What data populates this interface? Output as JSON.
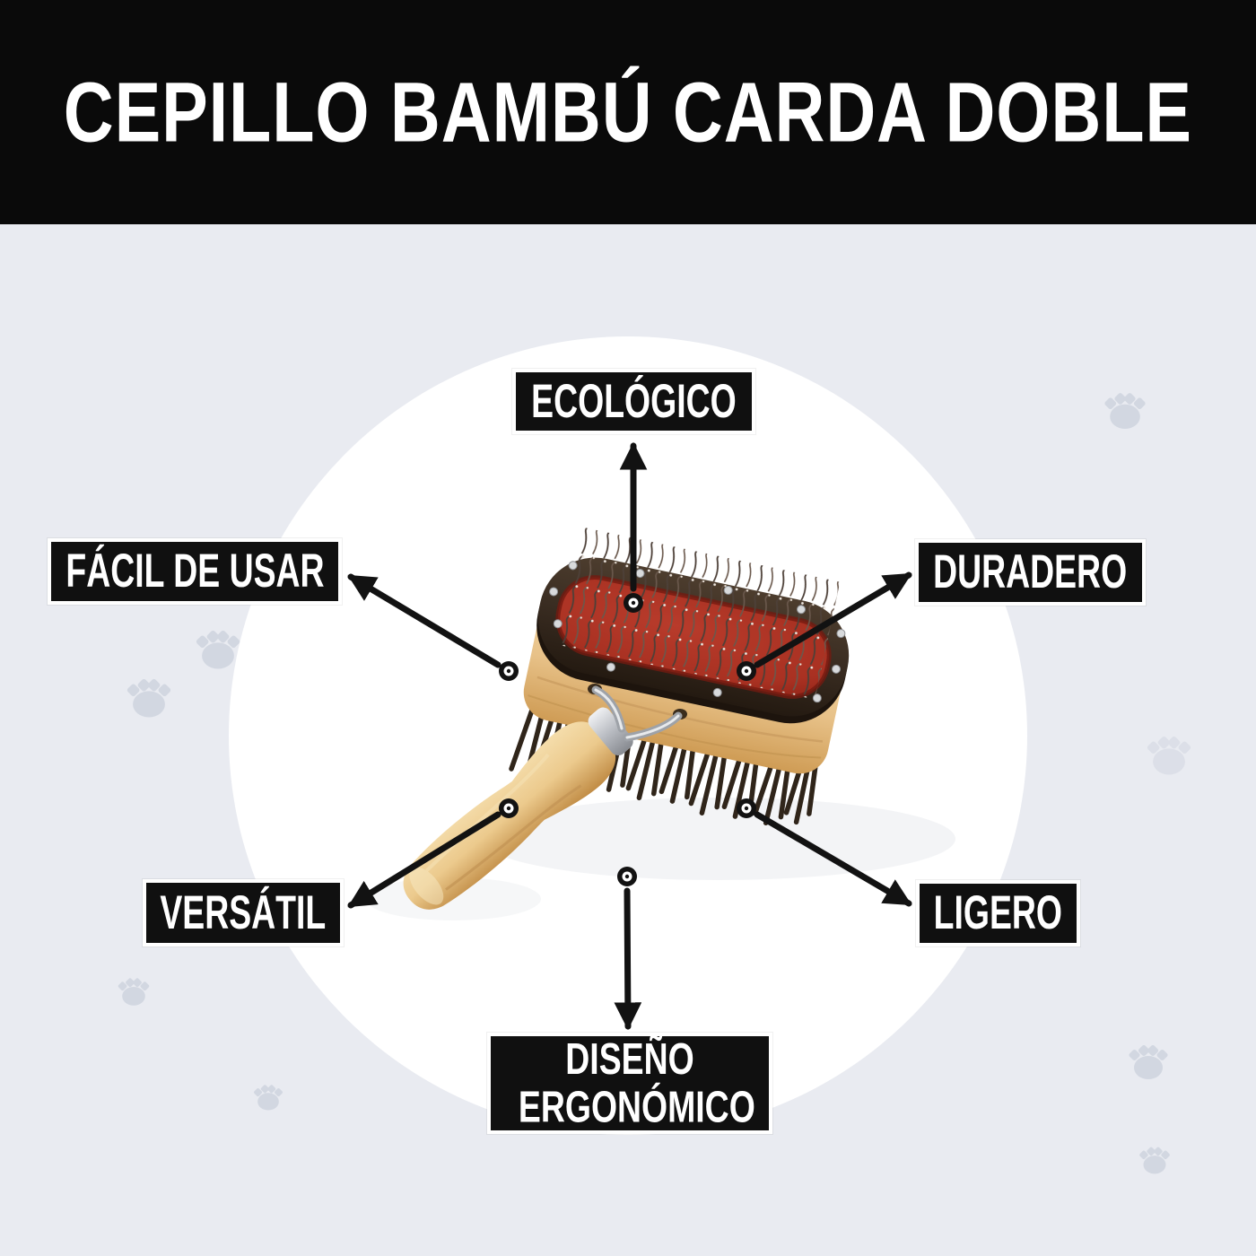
{
  "header": {
    "title": "CEPILLO BAMBÚ CARDA DOBLE"
  },
  "features": [
    {
      "id": "ecologico",
      "label": "ECOLÓGICO",
      "position": "top"
    },
    {
      "id": "facil-de-usar",
      "label": "FÁCIL DE USAR",
      "position": "left"
    },
    {
      "id": "duradero",
      "label": "DURADERO",
      "position": "right"
    },
    {
      "id": "versatil",
      "label": "VERSÁTIL",
      "position": "bottom-left"
    },
    {
      "id": "ligero",
      "label": "LIGERO",
      "position": "bottom-right"
    },
    {
      "id": "diseno-ergonomico",
      "label": "DISEÑO ERGONÓMICO",
      "position": "bottom"
    }
  ],
  "colors": {
    "header_bg": "#0a0a0a",
    "header_text": "#ffffff",
    "background": "#e9ebf1",
    "spotlight_circle": "#ffffff",
    "label_bg": "#101010",
    "label_text": "#ffffff",
    "label_border": "#ffffff",
    "arrow": "#121212",
    "paw_watermark": "#d2d7e1",
    "brush_wood": "#e8c289",
    "brush_pad_red": "#a93122",
    "brush_rim_brown": "#392c21",
    "brush_bristles": "#281c11",
    "brush_metal": "#c6c9ce"
  }
}
